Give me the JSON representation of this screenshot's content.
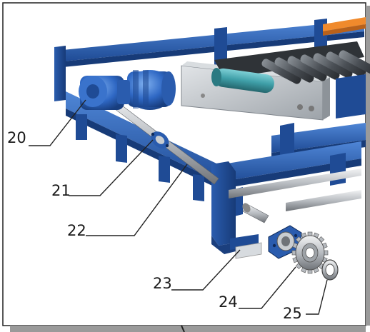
{
  "figure": {
    "description_labels": [
      "20",
      "21",
      "22",
      "23",
      "24",
      "25"
    ]
  },
  "callouts": [
    {
      "id": "20",
      "label": "20"
    },
    {
      "id": "21",
      "label": "21"
    },
    {
      "id": "22",
      "label": "22"
    },
    {
      "id": "23",
      "label": "23"
    },
    {
      "id": "24",
      "label": "24"
    },
    {
      "id": "25",
      "label": "25"
    }
  ],
  "colors": {
    "frame_blue": "#2a5cae",
    "frame_blue_dark": "#1b3f7e",
    "frame_blue_light": "#4f86d6",
    "plate_grey": "#b9bec4",
    "roller_dark": "#4a4f55",
    "roller_teal": "#3f9fa8",
    "accent_orange": "#f08a2c",
    "shaft_grey": "#c9cdd1"
  }
}
